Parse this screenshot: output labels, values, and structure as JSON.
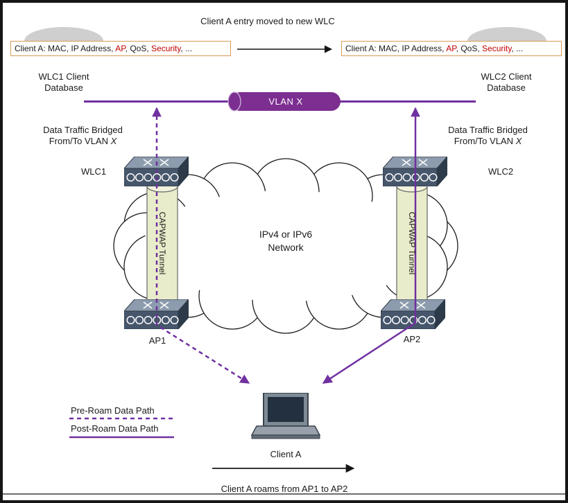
{
  "title": "Client A entry moved to new WLC",
  "client_entry": {
    "prefix": "Client A:",
    "part1": " MAC, IP Address, ",
    "ap": "AP",
    "part2": ", QoS, ",
    "security": "Security",
    "part3": ", ..."
  },
  "wlc1_db": {
    "line1": "WLC1 Client",
    "line2": "Database"
  },
  "wlc2_db": {
    "line1": "WLC2 Client",
    "line2": "Database"
  },
  "vlan_pipe": {
    "label": "VLAN X"
  },
  "traffic_left": {
    "line1": "Data Traffic Bridged",
    "line2": "From/To VLAN ",
    "vlan_x": "X"
  },
  "traffic_right": {
    "line1": "Data Traffic Bridged",
    "line2": "From/To VLAN ",
    "vlan_x": "X"
  },
  "devices": {
    "wlc1": "WLC1",
    "wlc2": "WLC2",
    "ap1": "AP1",
    "ap2": "AP2"
  },
  "tunnels": {
    "left": "CAPWAP Tunnel",
    "right": "CAPWAP Tunnel"
  },
  "cloud": {
    "line1": "IPv4 or IPv6",
    "line2": "Network"
  },
  "legend": {
    "pre": "Pre-Roam Data Path",
    "post": "Post-Roam Data Path"
  },
  "client": {
    "label": "Client A"
  },
  "roam_caption": "Client A roams from AP1 to AP2",
  "colors": {
    "path_purple": "#7030a0",
    "pipe_purple": "#7d2e91",
    "highlight_red": "#c00000",
    "db_box_border": "#d79b57",
    "tunnel_fill": "#e9ecca",
    "switch_front": "#46566b",
    "switch_top": "#8c9bad"
  }
}
